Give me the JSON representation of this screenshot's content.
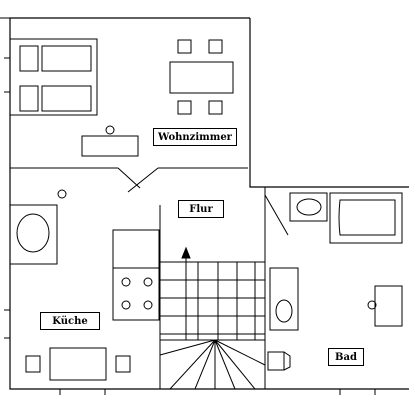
{
  "rooms": {
    "wohnzimmer": "Wohnzimmer",
    "flur": "Flur",
    "kueche": "Küche",
    "bad": "Bad"
  },
  "colors": {
    "line": "#000000",
    "background": "#ffffff"
  }
}
